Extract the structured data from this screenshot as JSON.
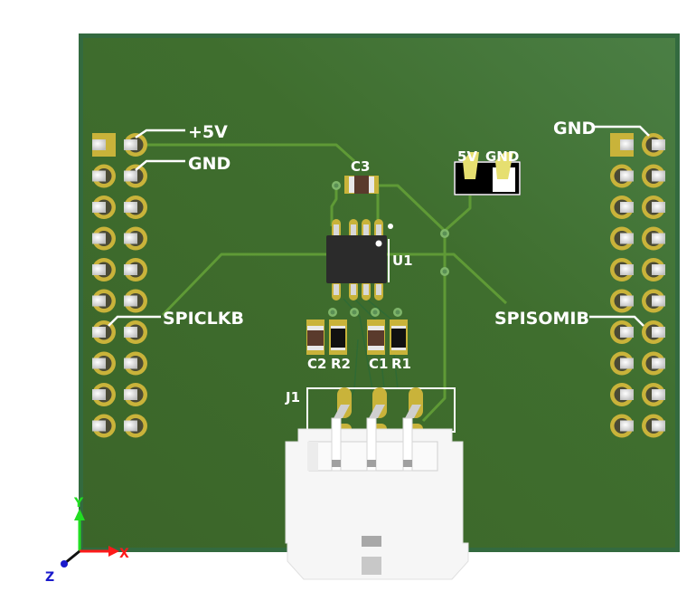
{
  "viewer": {
    "title": "PCB 3D View",
    "axes": {
      "x_label": "X",
      "y_label": "Y",
      "z_label": "Z"
    }
  },
  "colors": {
    "board": "#3e6b2c",
    "board_edge": "#336a3f",
    "trace": "#5f9a36",
    "pad_gold": "#c9b33a",
    "silkscreen": "#ffffff",
    "connector": "#f4f4f4",
    "ic_body": "#2b2b2b",
    "cap_body": "#5a3a2c",
    "res_body": "#111111",
    "axis_x": "#ff1a1a",
    "axis_y": "#22dd22",
    "axis_z": "#1a1acc"
  },
  "board": {
    "left_header": {
      "rows": 10,
      "cols": 2,
      "first_pin_square": true
    },
    "right_header": {
      "rows": 10,
      "cols": 2,
      "first_pin_square": true
    },
    "labels": {
      "plus5v": "+5V",
      "gnd_left": "GND",
      "gnd_right": "GND",
      "spiclkb": "SPICLKB",
      "spisomib": "SPISOMIB",
      "jumper_5v": "5V",
      "jumper_gnd": "GND"
    },
    "components": [
      {
        "ref": "C3",
        "type": "capacitor"
      },
      {
        "ref": "U1",
        "type": "soic-8"
      },
      {
        "ref": "C2",
        "type": "capacitor"
      },
      {
        "ref": "R2",
        "type": "resistor"
      },
      {
        "ref": "C1",
        "type": "capacitor"
      },
      {
        "ref": "R1",
        "type": "resistor"
      },
      {
        "ref": "J1",
        "type": "connector-3pin"
      }
    ]
  }
}
